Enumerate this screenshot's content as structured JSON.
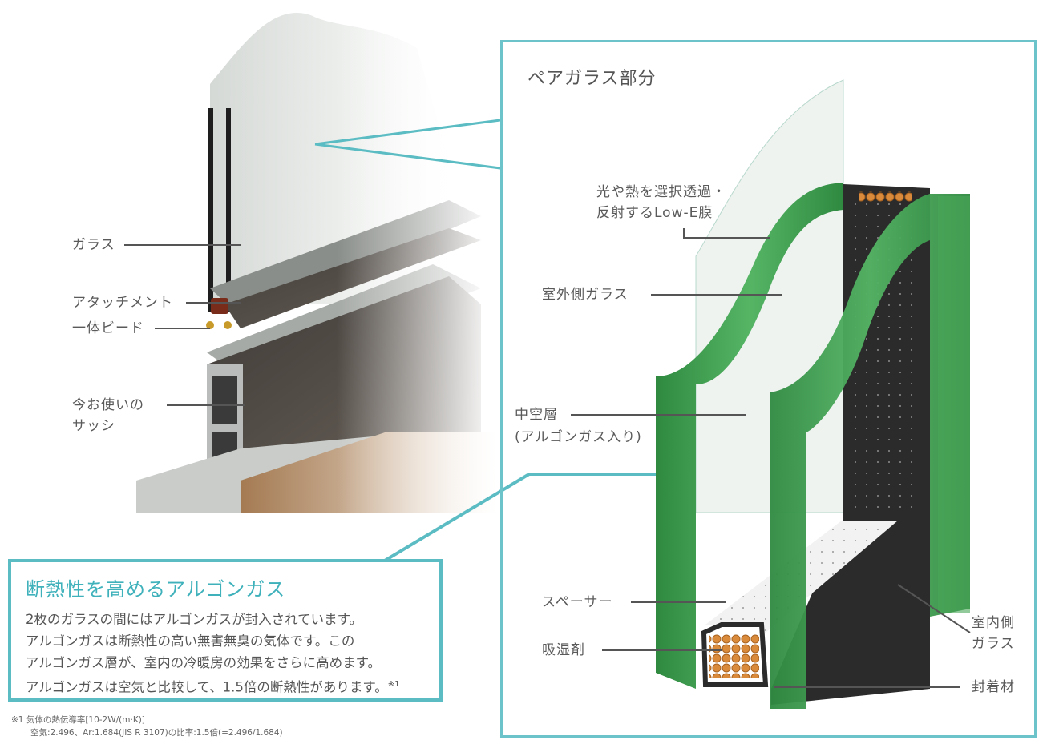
{
  "left_labels": {
    "glass": "ガラス",
    "attachment": "アタッチメント",
    "bead": "一体ビード",
    "sash_line1": "今お使いの",
    "sash_line2": "サッシ"
  },
  "callout": {
    "title": "断熱性を高めるアルゴンガス",
    "lines": [
      "2枚のガラスの間にはアルゴンガスが封入されています。",
      "アルゴンガスは断熱性の高い無害無臭の気体です。この",
      "アルゴンガス層が、室内の冷暖房の効果をさらに高めます。",
      "アルゴンガスは空気と比較して、1.5倍の断熱性があります。"
    ],
    "footnote_mark": "※1"
  },
  "footnote": {
    "line1": "※1 気体の熱伝導率[10-2W/(m·K)]",
    "line2": "空気:2.496、Ar:1.684(JIS R 3107)の比率:1.5倍(=2.496/1.684)"
  },
  "pair_glass": {
    "title": "ペアガラス部分",
    "lowe_line1": "光や熱を選択透過・",
    "lowe_line2": "反射するLow-E膜",
    "outer_glass": "室外側ガラス",
    "hollow_line1": "中空層",
    "hollow_line2": "(アルゴンガス入り)",
    "spacer": "スペーサー",
    "desiccant": "吸湿剤",
    "inner_glass_line1": "室内側",
    "inner_glass_line2": "ガラス",
    "sealant": "封着材"
  },
  "colors": {
    "accent_teal": "#5bbcc3",
    "glass_green": "#3d9a4e",
    "frame_dark": "#2b2b2b",
    "desiccant_orange": "#d98a3a"
  }
}
